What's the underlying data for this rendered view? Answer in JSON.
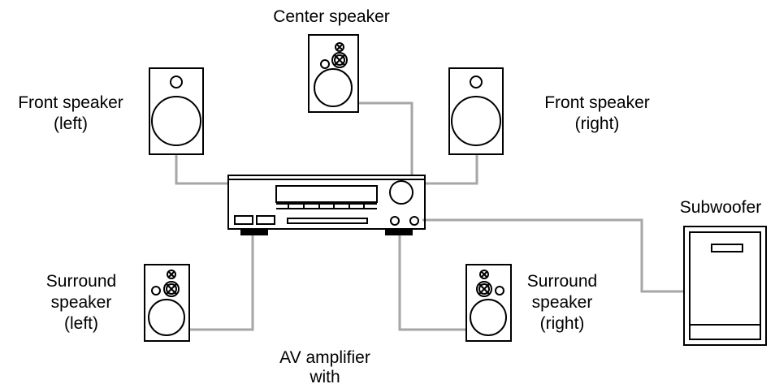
{
  "labels": {
    "center": "Center speaker",
    "front_left": [
      "Front speaker",
      "(left)"
    ],
    "front_right": [
      "Front speaker",
      "(right)"
    ],
    "subwoofer": "Subwoofer",
    "surround_left": [
      "Surround",
      "speaker",
      "(left)"
    ],
    "surround_right": [
      "Surround",
      "speaker",
      "(right)"
    ],
    "amplifier": [
      "AV amplifier",
      "with"
    ]
  },
  "colors": {
    "line": "#000000",
    "cable": "#a6a6a6",
    "background": "#ffffff"
  }
}
